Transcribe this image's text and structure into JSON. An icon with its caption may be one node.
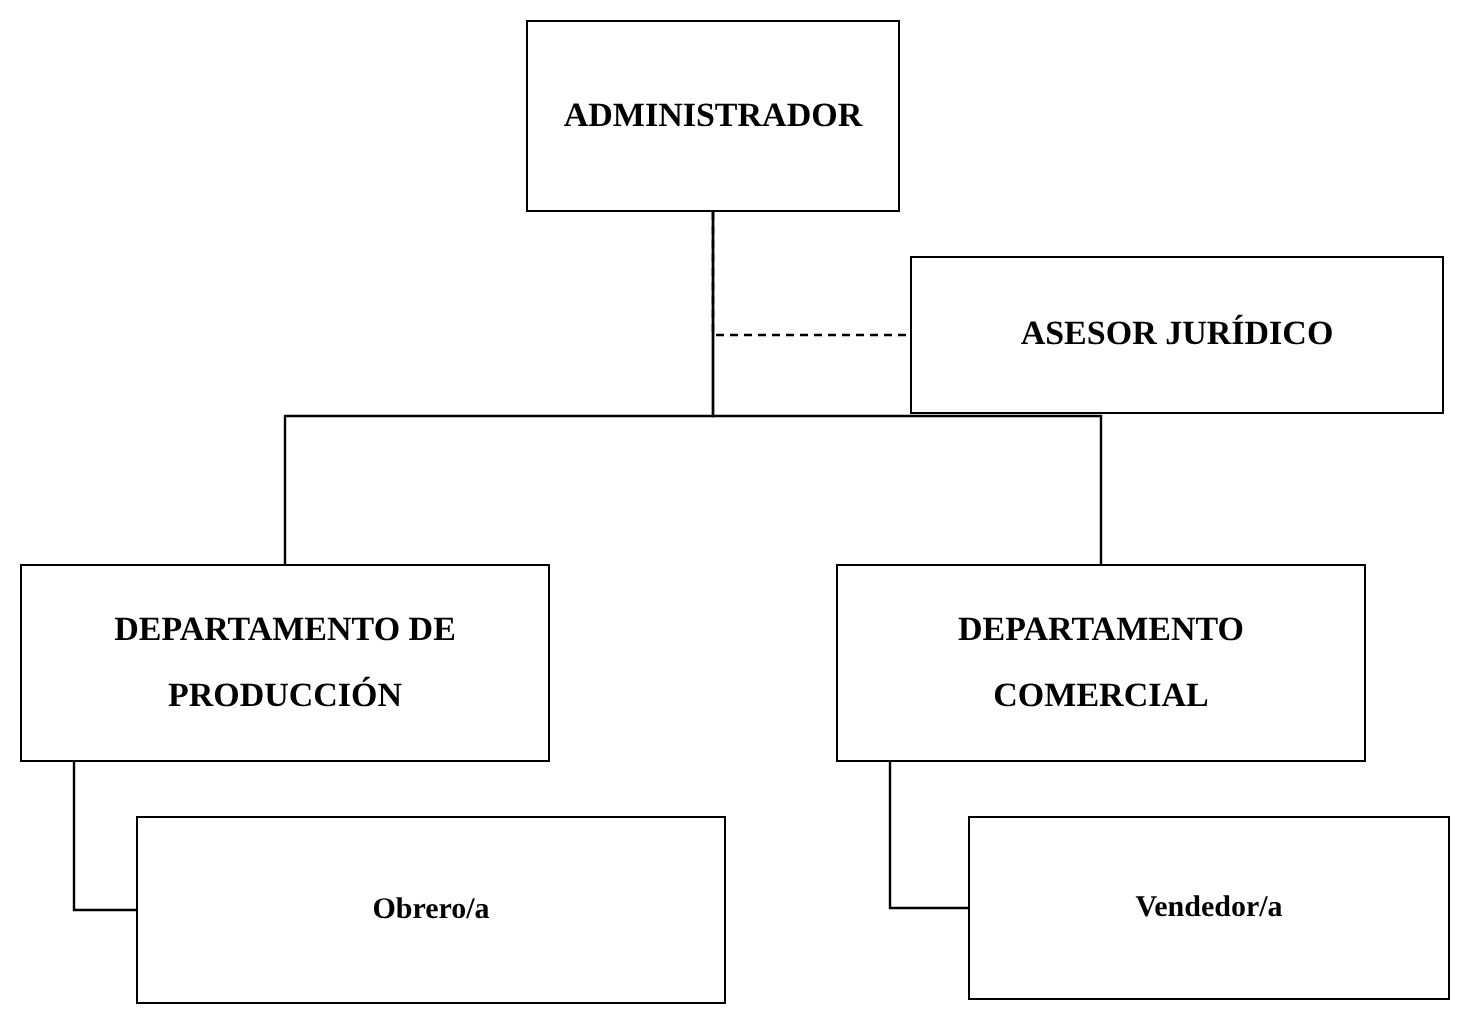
{
  "diagram": {
    "nodes": [
      {
        "text": [
          "ADMINISTRADOR"
        ]
      },
      {
        "text": [
          "ASESOR JURÍDICO"
        ]
      },
      {
        "text": [
          "DEPARTAMENTO DE PRODUCCIÓN"
        ]
      },
      {
        "text": [
          "DEPARTAMENTO COMERCIAL"
        ]
      },
      {
        "text": [
          "Obrero/a"
        ]
      },
      {
        "text": [
          "Vendedor/a"
        ]
      }
    ],
    "edges": [
      {
        "from": 0,
        "to": 2,
        "arrow": "none"
      },
      {
        "from": 0,
        "to": 3,
        "arrow": "none"
      },
      {
        "from": 0,
        "to": 1,
        "arrow": "none",
        "style": "dashed"
      },
      {
        "from": 2,
        "to": 4,
        "arrow": "none"
      },
      {
        "from": 3,
        "to": 5,
        "arrow": "none"
      }
    ]
  }
}
